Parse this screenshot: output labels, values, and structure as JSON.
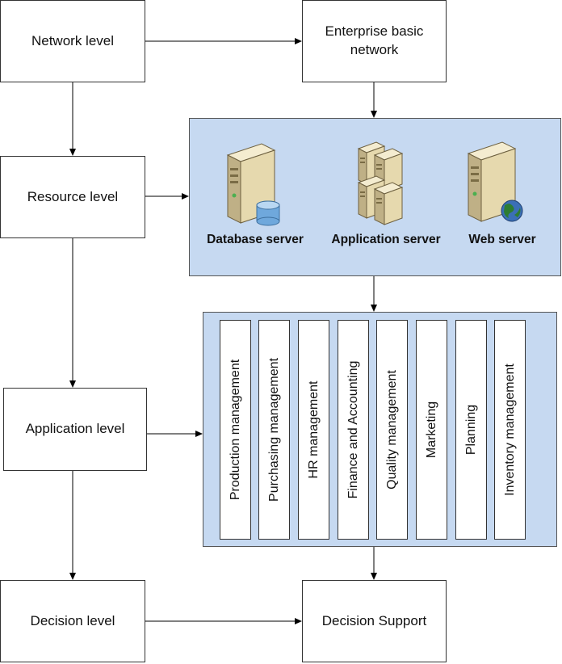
{
  "levels": {
    "network": "Network level",
    "resource": "Resource level",
    "application": "Application level",
    "decision": "Decision level"
  },
  "enterprise_network": "Enterprise basic network",
  "decision_support": "Decision Support",
  "servers": [
    {
      "label": "Database server",
      "icon": "database-server-icon"
    },
    {
      "label": "Application server",
      "icon": "application-server-icon"
    },
    {
      "label": "Web server",
      "icon": "web-server-icon"
    }
  ],
  "modules": [
    "Production management",
    "Purchasing management",
    "HR management",
    "Finance and Accounting",
    "Quality management",
    "Marketing",
    "Planning",
    "Inventory management"
  ],
  "colors": {
    "panel_fill": "#c6d9f1",
    "server_body": "#e8dcb4",
    "server_dark": "#8c7d52",
    "database_cylinder": "#6fa8dc",
    "globe": "#2e7d32"
  }
}
